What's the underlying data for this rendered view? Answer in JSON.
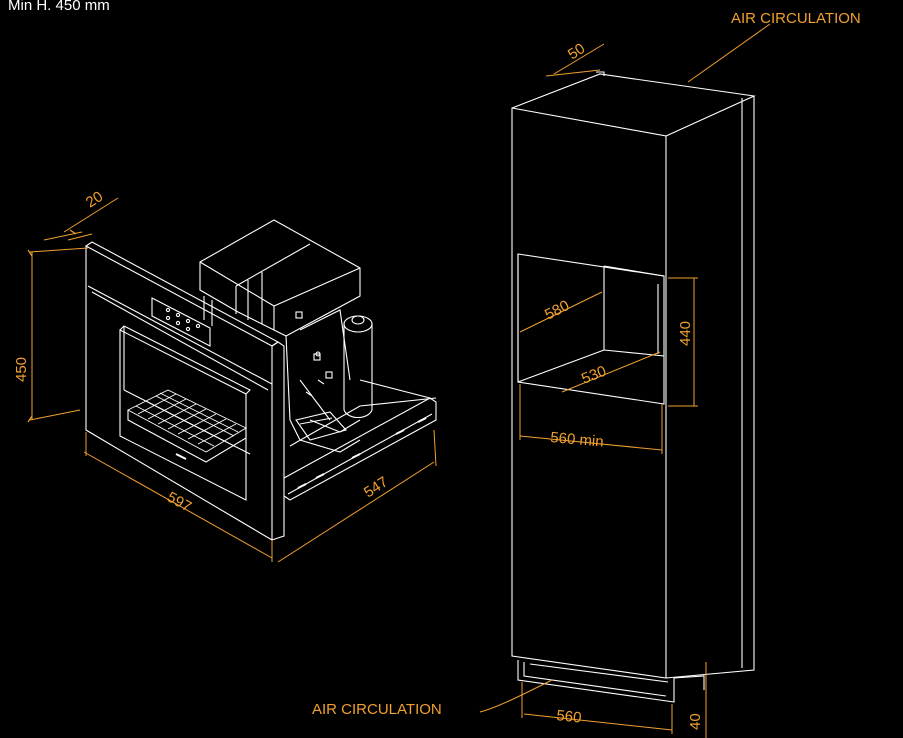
{
  "note": "Min   H. 450 mm",
  "air_circulation_top": "AIR CIRCULATION",
  "air_circulation_bottom": "AIR CIRCULATION",
  "dims": {
    "d20": "20",
    "d450": "450",
    "d597": "597",
    "d547": "547",
    "d50": "50",
    "d580": "580",
    "d440": "440",
    "d530": "530",
    "d560min": "560 min",
    "d560": "560",
    "d40": "40"
  },
  "colors": {
    "line": "#ffffff",
    "dimension": "#f0a030",
    "background": "#000000"
  }
}
